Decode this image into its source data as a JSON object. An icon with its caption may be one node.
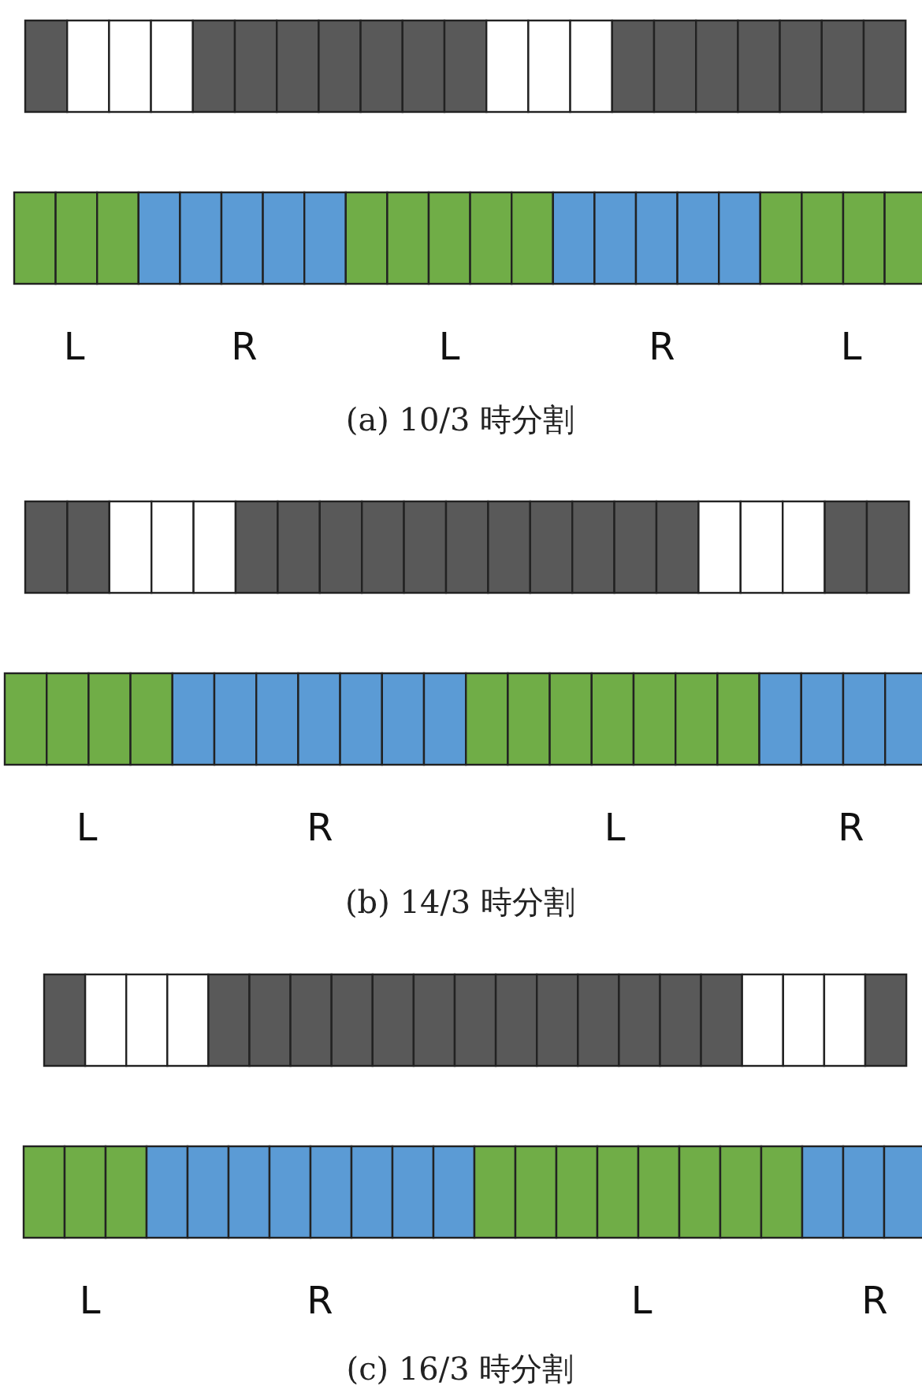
{
  "diagram": {
    "labels": [
      "L",
      "R",
      "L",
      "R",
      "L",
      "(a) 10/3 時分割",
      "L",
      "R",
      "L",
      "R",
      "(b) 14/3 時分割",
      "L",
      "R",
      "L",
      "R",
      "(c) 16/3 時分割"
    ]
  }
}
